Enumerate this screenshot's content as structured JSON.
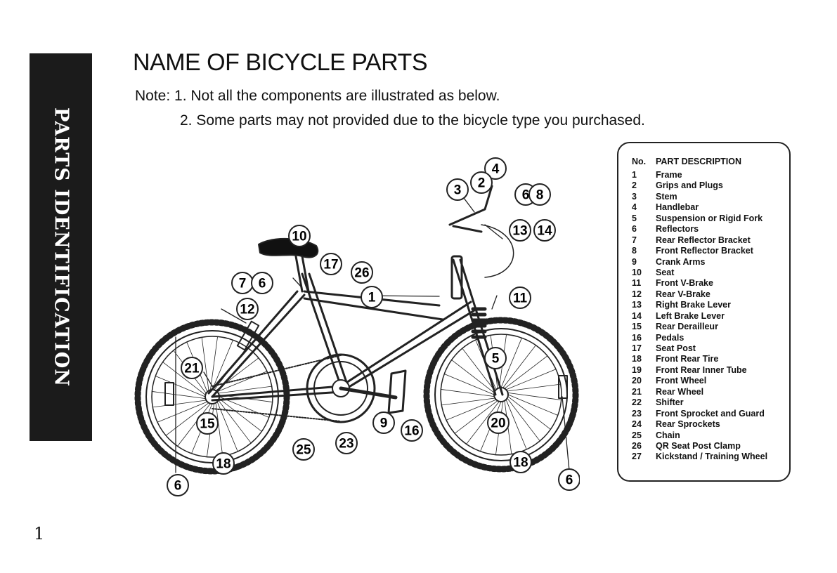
{
  "side_tab": {
    "label": "PARTS IDENTIFICATION"
  },
  "title": "NAME OF BICYCLE PARTS",
  "notes": [
    "Note: 1. Not all the components are illustrated as below.",
    "2. Some parts may not provided due to the bicycle type you purchased."
  ],
  "parts_table": {
    "header_no": "No.",
    "header_desc": "PART DESCRIPTION",
    "rows": [
      {
        "no": "1",
        "desc": "Frame"
      },
      {
        "no": "2",
        "desc": "Grips and Plugs"
      },
      {
        "no": "3",
        "desc": "Stem"
      },
      {
        "no": "4",
        "desc": "Handlebar"
      },
      {
        "no": "5",
        "desc": "Suspension or Rigid Fork"
      },
      {
        "no": "6",
        "desc": "Reflectors"
      },
      {
        "no": "7",
        "desc": "Rear Reflector Bracket"
      },
      {
        "no": "8",
        "desc": "Front Reflector Bracket"
      },
      {
        "no": "9",
        "desc": "Crank Arms"
      },
      {
        "no": "10",
        "desc": "Seat"
      },
      {
        "no": "11",
        "desc": "Front V-Brake"
      },
      {
        "no": "12",
        "desc": "Rear V-Brake"
      },
      {
        "no": "13",
        "desc": "Right Brake Lever"
      },
      {
        "no": "14",
        "desc": "Left Brake Lever"
      },
      {
        "no": "15",
        "desc": "Rear Derailleur"
      },
      {
        "no": "16",
        "desc": "Pedals"
      },
      {
        "no": "17",
        "desc": "Seat Post"
      },
      {
        "no": "18",
        "desc": "Front     Rear Tire"
      },
      {
        "no": "19",
        "desc": "Front     Rear Inner Tube"
      },
      {
        "no": "20",
        "desc": "Front Wheel"
      },
      {
        "no": "21",
        "desc": "Rear Wheel"
      },
      {
        "no": "22",
        "desc": "Shifter"
      },
      {
        "no": "23",
        "desc": "Front Sprocket and Guard"
      },
      {
        "no": "24",
        "desc": "Rear Sprockets"
      },
      {
        "no": "25",
        "desc": "Chain"
      },
      {
        "no": "26",
        "desc": "QR Seat Post Clamp"
      },
      {
        "no": "27",
        "desc": "Kickstand  / Training Wheel"
      }
    ]
  },
  "callouts": [
    "4",
    "2",
    "3",
    "6",
    "8",
    "13",
    "14",
    "10",
    "17",
    "26",
    "7",
    "6",
    "1",
    "11",
    "12",
    "5",
    "21",
    "15",
    "25",
    "23",
    "9",
    "16",
    "20",
    "18",
    "18",
    "6",
    "6"
  ],
  "page_number": "1"
}
